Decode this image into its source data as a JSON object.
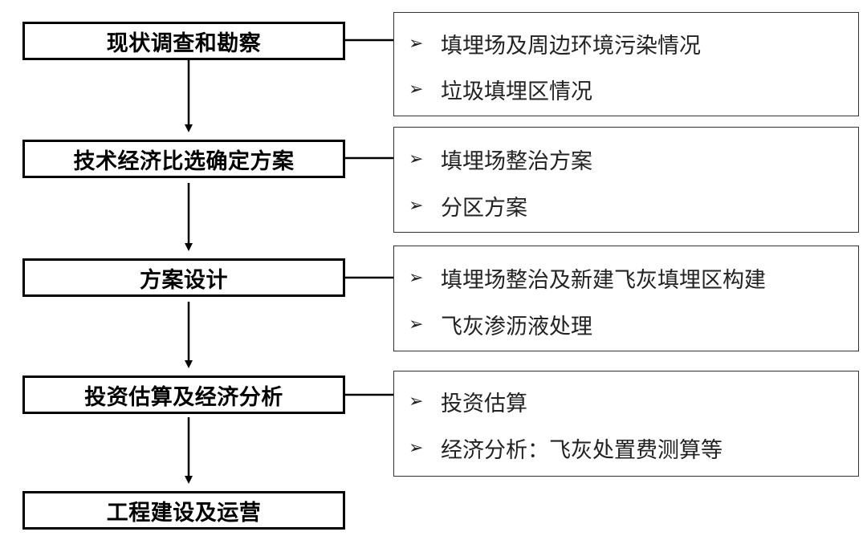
{
  "steps": [
    {
      "label": "现状调查和勘察"
    },
    {
      "label": "技术经济比选确定方案"
    },
    {
      "label": "方案设计"
    },
    {
      "label": "投资估算及经济分析"
    },
    {
      "label": "工程建设及运营"
    }
  ],
  "details": [
    {
      "items": [
        "填埋场及周边环境污染情况",
        "垃圾填埋区情况"
      ]
    },
    {
      "items": [
        "填埋场整治方案",
        "分区方案"
      ]
    },
    {
      "items": [
        "填埋场整治及新建飞灰填埋区构建",
        "飞灰渗沥液处理"
      ]
    },
    {
      "items": [
        "投资估算",
        "经济分析：飞灰处置费测算等"
      ]
    }
  ],
  "bullet_glyph": "➢",
  "colors": {
    "line": "#000000",
    "text": "#222222",
    "background": "#ffffff"
  }
}
